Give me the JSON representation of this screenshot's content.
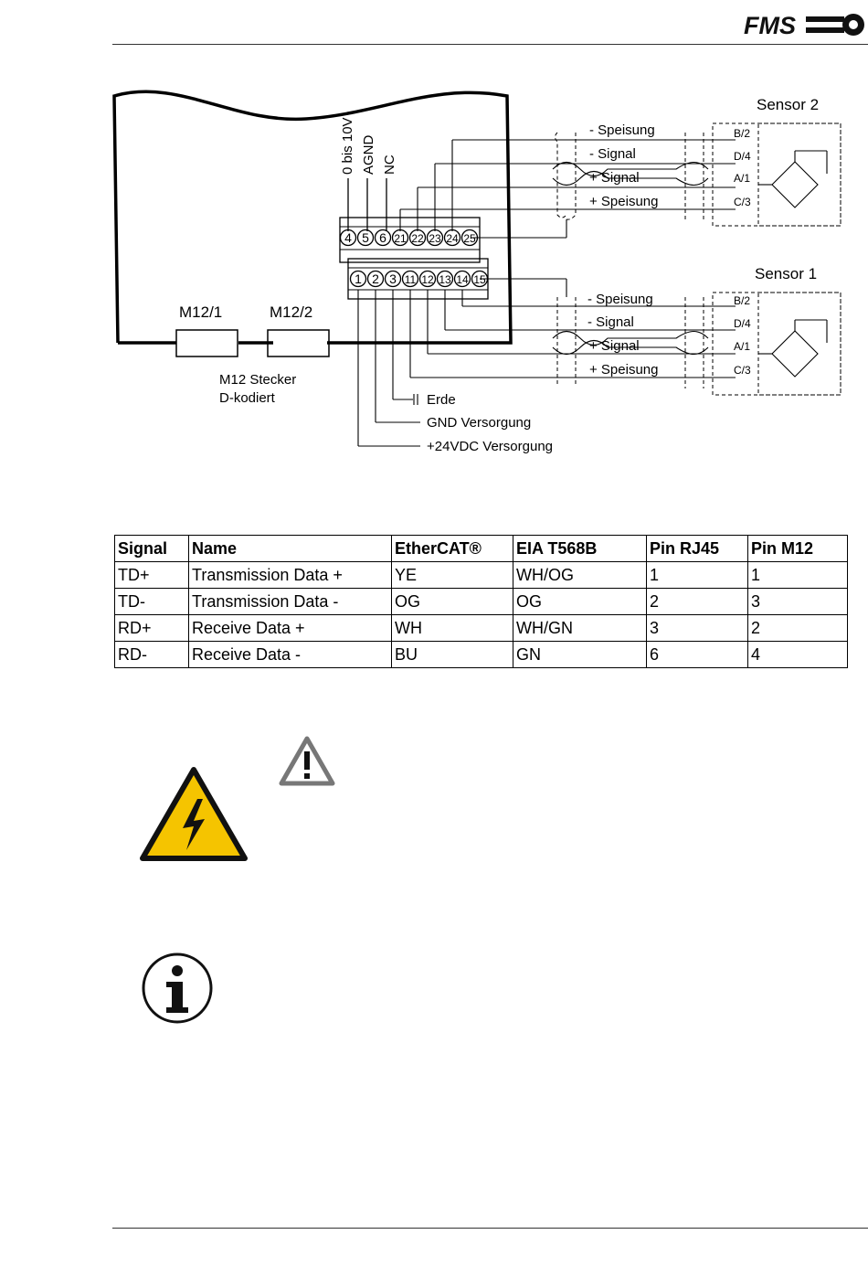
{
  "header": {
    "logo_text": "FMS"
  },
  "diagram": {
    "sensor2_title": "Sensor 2",
    "sensor1_title": "Sensor 1",
    "vertical_labels": [
      "0 bis 10V",
      "AGND",
      "NC"
    ],
    "terminals_top": [
      "4",
      "5",
      "6",
      "21",
      "22",
      "23",
      "24",
      "25"
    ],
    "terminals_bottom": [
      "1",
      "2",
      "3",
      "11",
      "12",
      "13",
      "14",
      "15"
    ],
    "cable_labels_s2": [
      "- Speisung",
      "- Signal",
      "+ Signal",
      "+ Speisung"
    ],
    "cable_labels_s1": [
      "- Speisung",
      "- Signal",
      "+ Signal",
      "+ Speisung"
    ],
    "sensor_pins": [
      "B/2",
      "D/4",
      "A/1",
      "C/3"
    ],
    "connector_1": "M12/1",
    "connector_2": "M12/2",
    "connector_caption_1": "M12 Stecker",
    "connector_caption_2": "D-kodiert",
    "supply_labels": [
      "Erde",
      "GND Versorgung",
      "+24VDC Versorgung"
    ]
  },
  "table": {
    "headers": [
      "Signal",
      "Name",
      "EtherCAT®",
      "EIA T568B",
      "Pin RJ45",
      "Pin M12"
    ],
    "rows": [
      [
        "TD+",
        "Transmission Data +",
        "YE",
        "WH/OG",
        "1",
        "1"
      ],
      [
        "TD-",
        "Transmission Data -",
        "OG",
        "OG",
        "2",
        "3"
      ],
      [
        "RD+",
        "Receive Data +",
        "WH",
        "WH/GN",
        "3",
        "2"
      ],
      [
        "RD-",
        "Receive Data -",
        "BU",
        "GN",
        "6",
        "4"
      ]
    ]
  },
  "icons": {
    "warning": "warning-triangle-icon",
    "high_voltage": "high-voltage-icon",
    "info": "info-icon"
  },
  "colors": {
    "voltage_yellow": "#f5c400",
    "warning_gray": "#777777"
  }
}
